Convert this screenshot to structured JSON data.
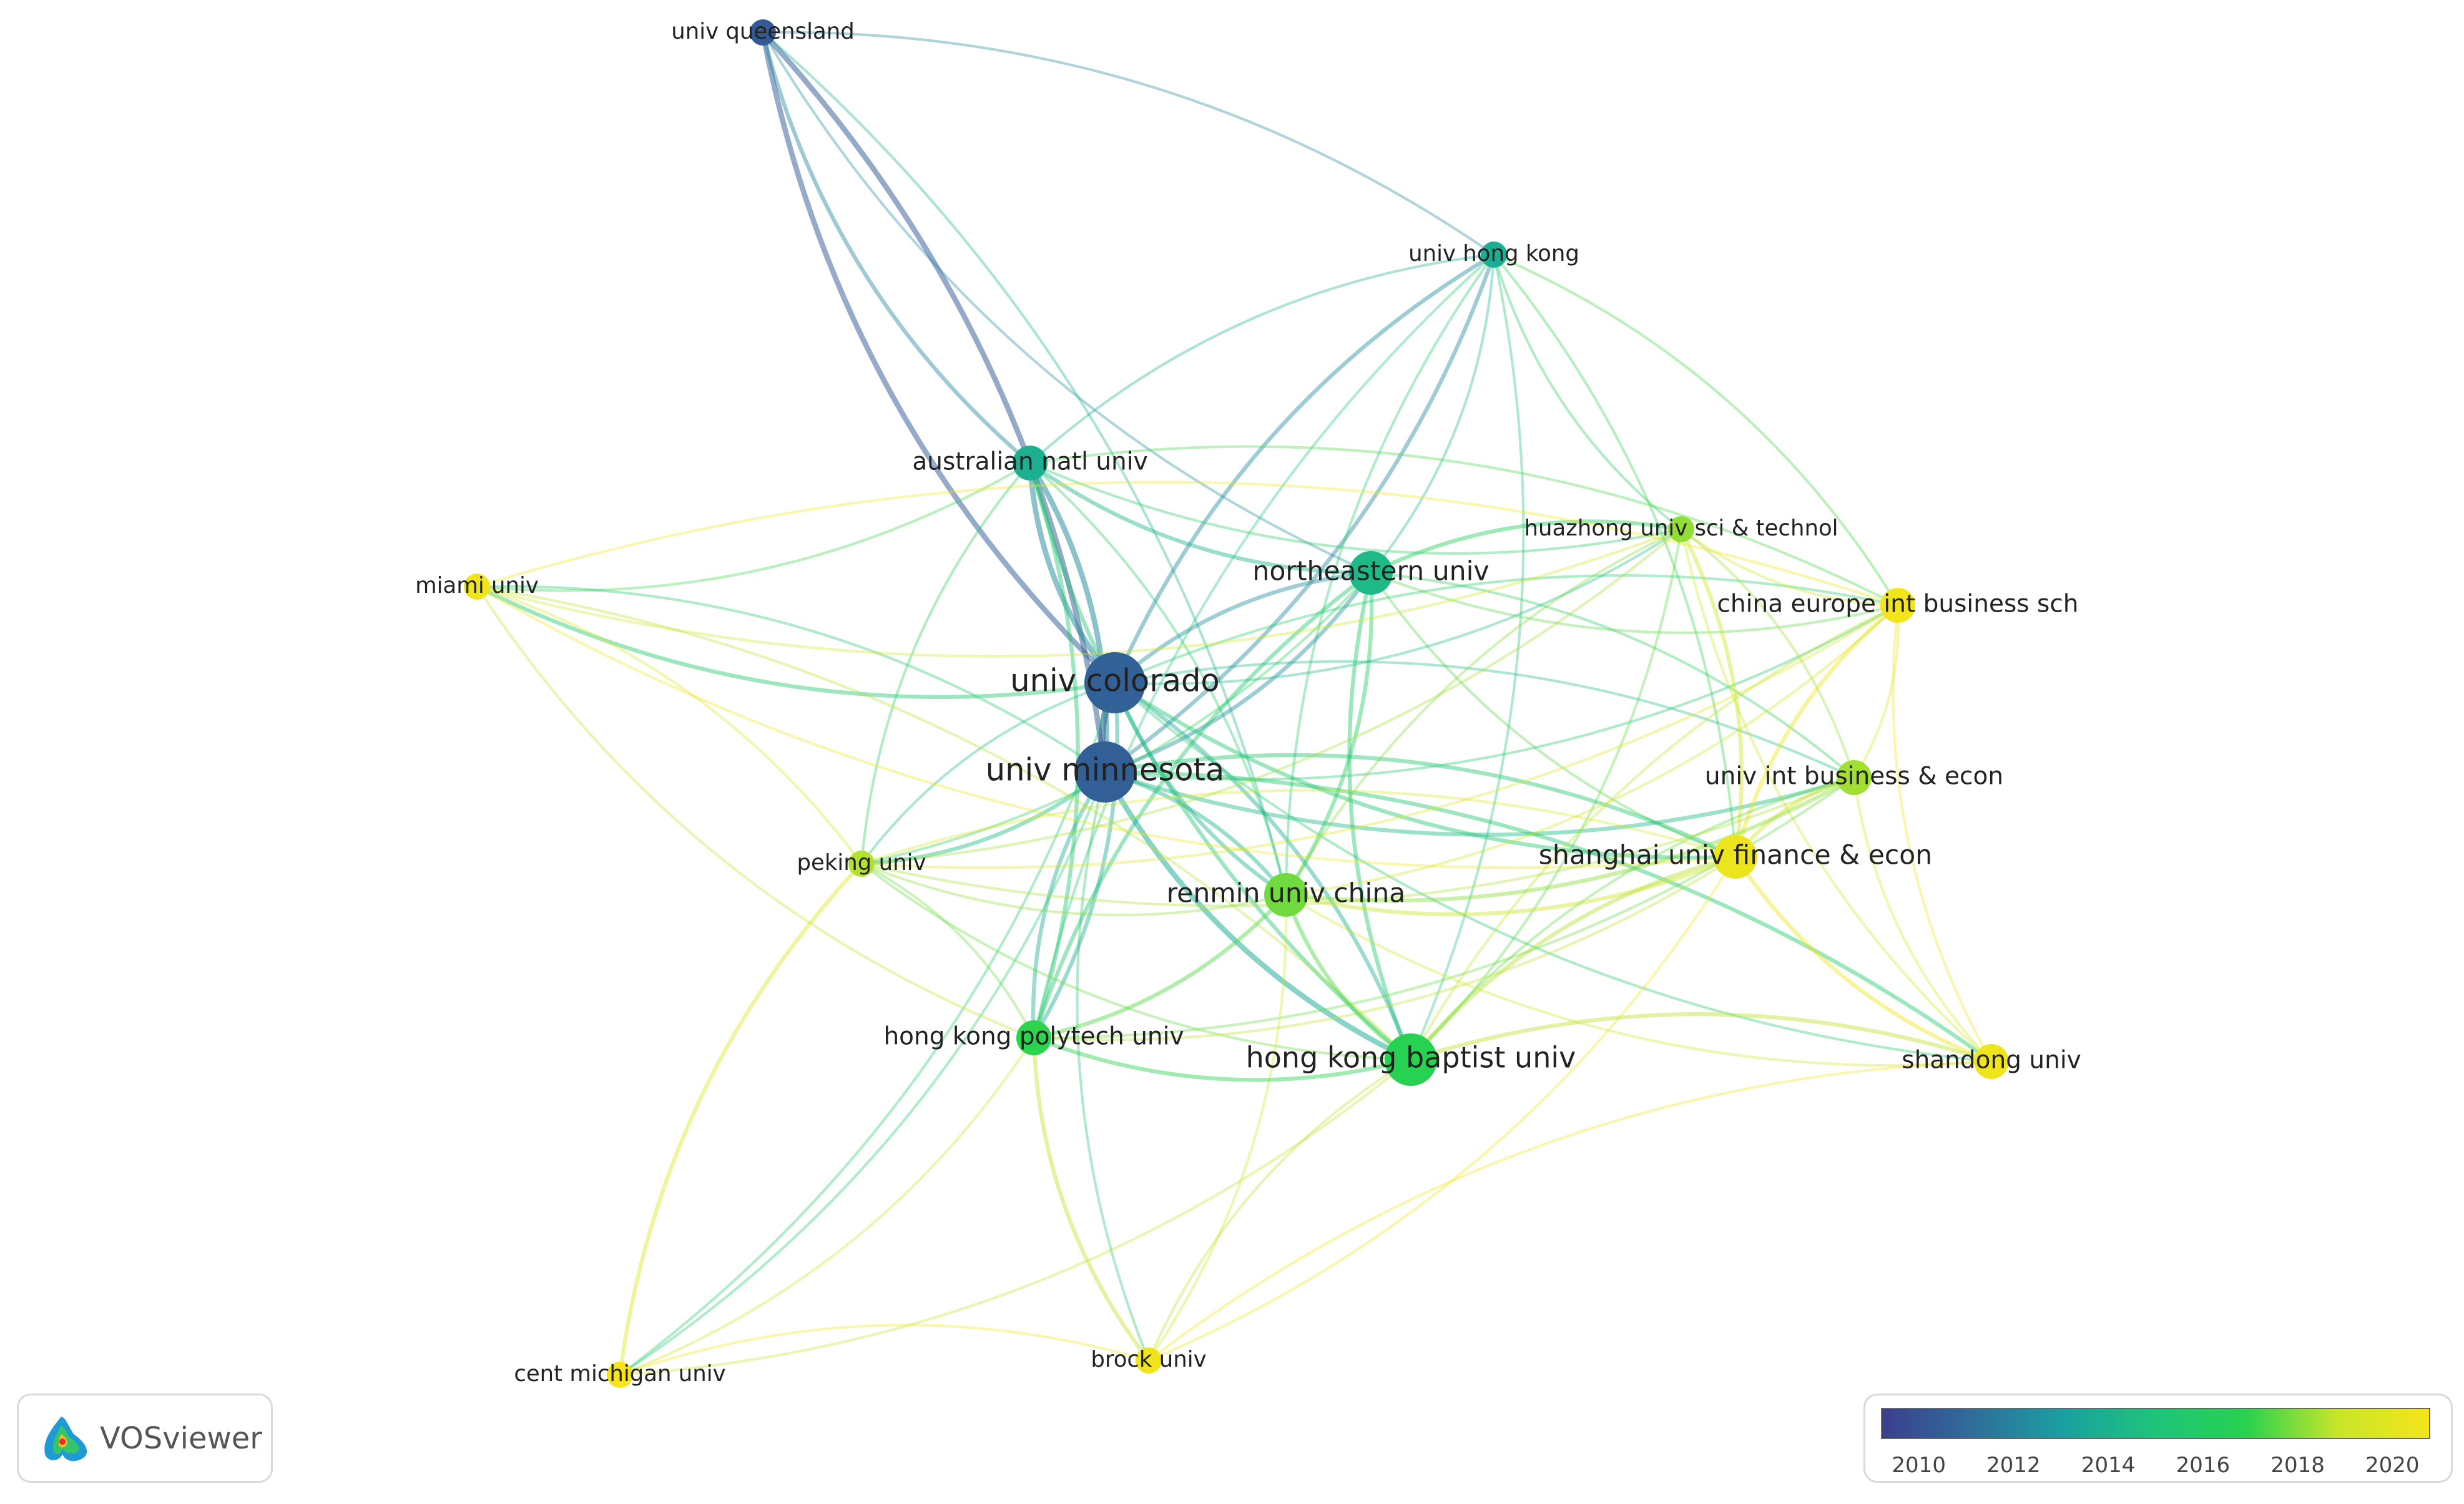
{
  "network": {
    "nodes": [
      {
        "id": "queensland",
        "label": "univ queensland",
        "year": 2010.3,
        "weight": 1
      },
      {
        "id": "hongkong",
        "label": "univ hong kong",
        "year": 2013.8,
        "weight": 1
      },
      {
        "id": "anu",
        "label": "australian natl univ",
        "year": 2013.9,
        "weight": 2
      },
      {
        "id": "huazhong",
        "label": "huazhong univ sci & technol",
        "year": 2018.2,
        "weight": 1
      },
      {
        "id": "northeastern",
        "label": "northeastern univ",
        "year": 2014.4,
        "weight": 3
      },
      {
        "id": "miami",
        "label": "miami univ",
        "year": 2020.5,
        "weight": 1
      },
      {
        "id": "ceibs",
        "label": "china europe int business sch",
        "year": 2020.7,
        "weight": 2
      },
      {
        "id": "colorado",
        "label": "univ colorado",
        "year": 2010.6,
        "weight": 5
      },
      {
        "id": "minnesota",
        "label": "univ minnesota",
        "year": 2010.5,
        "weight": 5
      },
      {
        "id": "uibe",
        "label": "univ int business & econ",
        "year": 2018.4,
        "weight": 2
      },
      {
        "id": "peking",
        "label": "peking univ",
        "year": 2018.6,
        "weight": 1
      },
      {
        "id": "shanghai",
        "label": "shanghai univ finance & econ",
        "year": 2020.4,
        "weight": 3
      },
      {
        "id": "renmin",
        "label": "renmin univ china",
        "year": 2017.8,
        "weight": 3
      },
      {
        "id": "polyu",
        "label": "hong kong polytech univ",
        "year": 2017.0,
        "weight": 2
      },
      {
        "id": "hkbu",
        "label": "hong kong baptist univ",
        "year": 2016.8,
        "weight": 4
      },
      {
        "id": "shandong",
        "label": "shandong univ",
        "year": 2020.6,
        "weight": 2
      },
      {
        "id": "cmich",
        "label": "cent michigan univ",
        "year": 2020.8,
        "weight": 1
      },
      {
        "id": "brock",
        "label": "brock univ",
        "year": 2020.6,
        "weight": 1
      }
    ],
    "links": [
      [
        "queensland",
        "colorado",
        3
      ],
      [
        "queensland",
        "minnesota",
        3
      ],
      [
        "queensland",
        "anu",
        2
      ],
      [
        "queensland",
        "hongkong",
        1
      ],
      [
        "queensland",
        "northeastern",
        1
      ],
      [
        "queensland",
        "renmin",
        1
      ],
      [
        "hongkong",
        "colorado",
        2
      ],
      [
        "hongkong",
        "minnesota",
        2
      ],
      [
        "hongkong",
        "anu",
        1
      ],
      [
        "hongkong",
        "northeastern",
        1
      ],
      [
        "hongkong",
        "huazhong",
        1
      ],
      [
        "hongkong",
        "ceibs",
        1
      ],
      [
        "hongkong",
        "renmin",
        1
      ],
      [
        "hongkong",
        "hkbu",
        1
      ],
      [
        "hongkong",
        "polyu",
        1
      ],
      [
        "hongkong",
        "shanghai",
        1
      ],
      [
        "anu",
        "colorado",
        3
      ],
      [
        "anu",
        "minnesota",
        3
      ],
      [
        "anu",
        "northeastern",
        2
      ],
      [
        "anu",
        "polyu",
        2
      ],
      [
        "anu",
        "hkbu",
        2
      ],
      [
        "anu",
        "renmin",
        1
      ],
      [
        "anu",
        "huazhong",
        1
      ],
      [
        "anu",
        "miami",
        1
      ],
      [
        "anu",
        "peking",
        1
      ],
      [
        "anu",
        "ceibs",
        1
      ],
      [
        "northeastern",
        "colorado",
        2
      ],
      [
        "northeastern",
        "minnesota",
        2
      ],
      [
        "northeastern",
        "hkbu",
        2
      ],
      [
        "northeastern",
        "renmin",
        2
      ],
      [
        "northeastern",
        "polyu",
        2
      ],
      [
        "northeastern",
        "huazhong",
        2
      ],
      [
        "northeastern",
        "shanghai",
        1
      ],
      [
        "northeastern",
        "uibe",
        1
      ],
      [
        "northeastern",
        "ceibs",
        1
      ],
      [
        "northeastern",
        "peking",
        1
      ],
      [
        "colorado",
        "minnesota",
        4
      ],
      [
        "colorado",
        "hkbu",
        2
      ],
      [
        "colorado",
        "renmin",
        2
      ],
      [
        "colorado",
        "polyu",
        2
      ],
      [
        "colorado",
        "shanghai",
        2
      ],
      [
        "colorado",
        "uibe",
        1
      ],
      [
        "colorado",
        "peking",
        1
      ],
      [
        "colorado",
        "miami",
        2
      ],
      [
        "colorado",
        "shandong",
        1
      ],
      [
        "colorado",
        "ceibs",
        1
      ],
      [
        "colorado",
        "huazhong",
        1
      ],
      [
        "colorado",
        "cmich",
        1
      ],
      [
        "minnesota",
        "hkbu",
        3
      ],
      [
        "minnesota",
        "renmin",
        2
      ],
      [
        "minnesota",
        "polyu",
        2
      ],
      [
        "minnesota",
        "shanghai",
        2
      ],
      [
        "minnesota",
        "uibe",
        2
      ],
      [
        "minnesota",
        "peking",
        2
      ],
      [
        "minnesota",
        "miami",
        1
      ],
      [
        "minnesota",
        "shandong",
        2
      ],
      [
        "minnesota",
        "ceibs",
        1
      ],
      [
        "minnesota",
        "cmich",
        1
      ],
      [
        "minnesota",
        "brock",
        1
      ],
      [
        "miami",
        "peking",
        1
      ],
      [
        "miami",
        "polyu",
        1
      ],
      [
        "miami",
        "ceibs",
        1
      ],
      [
        "miami",
        "shanghai",
        1
      ],
      [
        "miami",
        "hkbu",
        1
      ],
      [
        "miami",
        "huazhong",
        1
      ],
      [
        "huazhong",
        "shanghai",
        2
      ],
      [
        "huazhong",
        "ceibs",
        1
      ],
      [
        "huazhong",
        "uibe",
        1
      ],
      [
        "huazhong",
        "renmin",
        1
      ],
      [
        "huazhong",
        "hkbu",
        1
      ],
      [
        "huazhong",
        "shandong",
        1
      ],
      [
        "huazhong",
        "peking",
        1
      ],
      [
        "ceibs",
        "shanghai",
        2
      ],
      [
        "ceibs",
        "uibe",
        1
      ],
      [
        "ceibs",
        "hkbu",
        1
      ],
      [
        "ceibs",
        "renmin",
        1
      ],
      [
        "ceibs",
        "shandong",
        1
      ],
      [
        "ceibs",
        "peking",
        1
      ],
      [
        "uibe",
        "shanghai",
        2
      ],
      [
        "uibe",
        "renmin",
        2
      ],
      [
        "uibe",
        "hkbu",
        1
      ],
      [
        "uibe",
        "polyu",
        1
      ],
      [
        "uibe",
        "shandong",
        1
      ],
      [
        "uibe",
        "peking",
        1
      ],
      [
        "peking",
        "renmin",
        1
      ],
      [
        "peking",
        "polyu",
        1
      ],
      [
        "peking",
        "hkbu",
        1
      ],
      [
        "peking",
        "shanghai",
        1
      ],
      [
        "peking",
        "cmich",
        2
      ],
      [
        "shanghai",
        "renmin",
        2
      ],
      [
        "shanghai",
        "hkbu",
        2
      ],
      [
        "shanghai",
        "polyu",
        1
      ],
      [
        "shanghai",
        "shandong",
        2
      ],
      [
        "shanghai",
        "brock",
        1
      ],
      [
        "renmin",
        "hkbu",
        2
      ],
      [
        "renmin",
        "polyu",
        2
      ],
      [
        "renmin",
        "shandong",
        1
      ],
      [
        "renmin",
        "brock",
        1
      ],
      [
        "polyu",
        "hkbu",
        2
      ],
      [
        "polyu",
        "cmich",
        1
      ],
      [
        "polyu",
        "brock",
        2
      ],
      [
        "hkbu",
        "shandong",
        2
      ],
      [
        "hkbu",
        "brock",
        1
      ],
      [
        "hkbu",
        "cmich",
        1
      ],
      [
        "shandong",
        "brock",
        1
      ],
      [
        "cmich",
        "brock",
        1
      ]
    ]
  },
  "brand": {
    "name": "VOSviewer",
    "logo_icon": "vosviewer-logo-icon"
  },
  "legend": {
    "min": 2009.2,
    "max": 2020.8,
    "ticks": [
      "2010",
      "2012",
      "2014",
      "2016",
      "2018",
      "2020"
    ],
    "stops": [
      "#3b3f8f",
      "#2f6e9b",
      "#1aa0a0",
      "#1ec47a",
      "#28d24e",
      "#c8e52a",
      "#f5e51a"
    ]
  }
}
